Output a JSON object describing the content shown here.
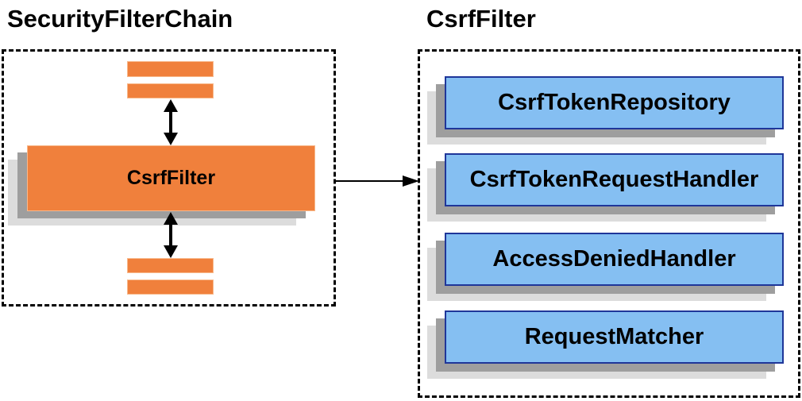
{
  "diagram": {
    "left_panel": {
      "title": "SecurityFilterChain",
      "filter_box_label": "CsrfFilter",
      "other_filters": [
        "filter-bar",
        "filter-bar",
        "filter-bar",
        "filter-bar"
      ]
    },
    "right_panel": {
      "title": "CsrfFilter",
      "components": [
        {
          "label": "CsrfTokenRepository"
        },
        {
          "label": "CsrfTokenRequestHandler"
        },
        {
          "label": "AccessDeniedHandler"
        },
        {
          "label": "RequestMatcher"
        }
      ]
    },
    "colors": {
      "filter_orange": "#F0803C",
      "filter_orange_border": "#F8B98C",
      "component_blue": "#85BFF2",
      "component_blue_border": "#1F3699",
      "shadow_mid_gray": "#9E9E9E",
      "shadow_light_gray": "#DCDCDC",
      "line_black": "#000000"
    }
  }
}
